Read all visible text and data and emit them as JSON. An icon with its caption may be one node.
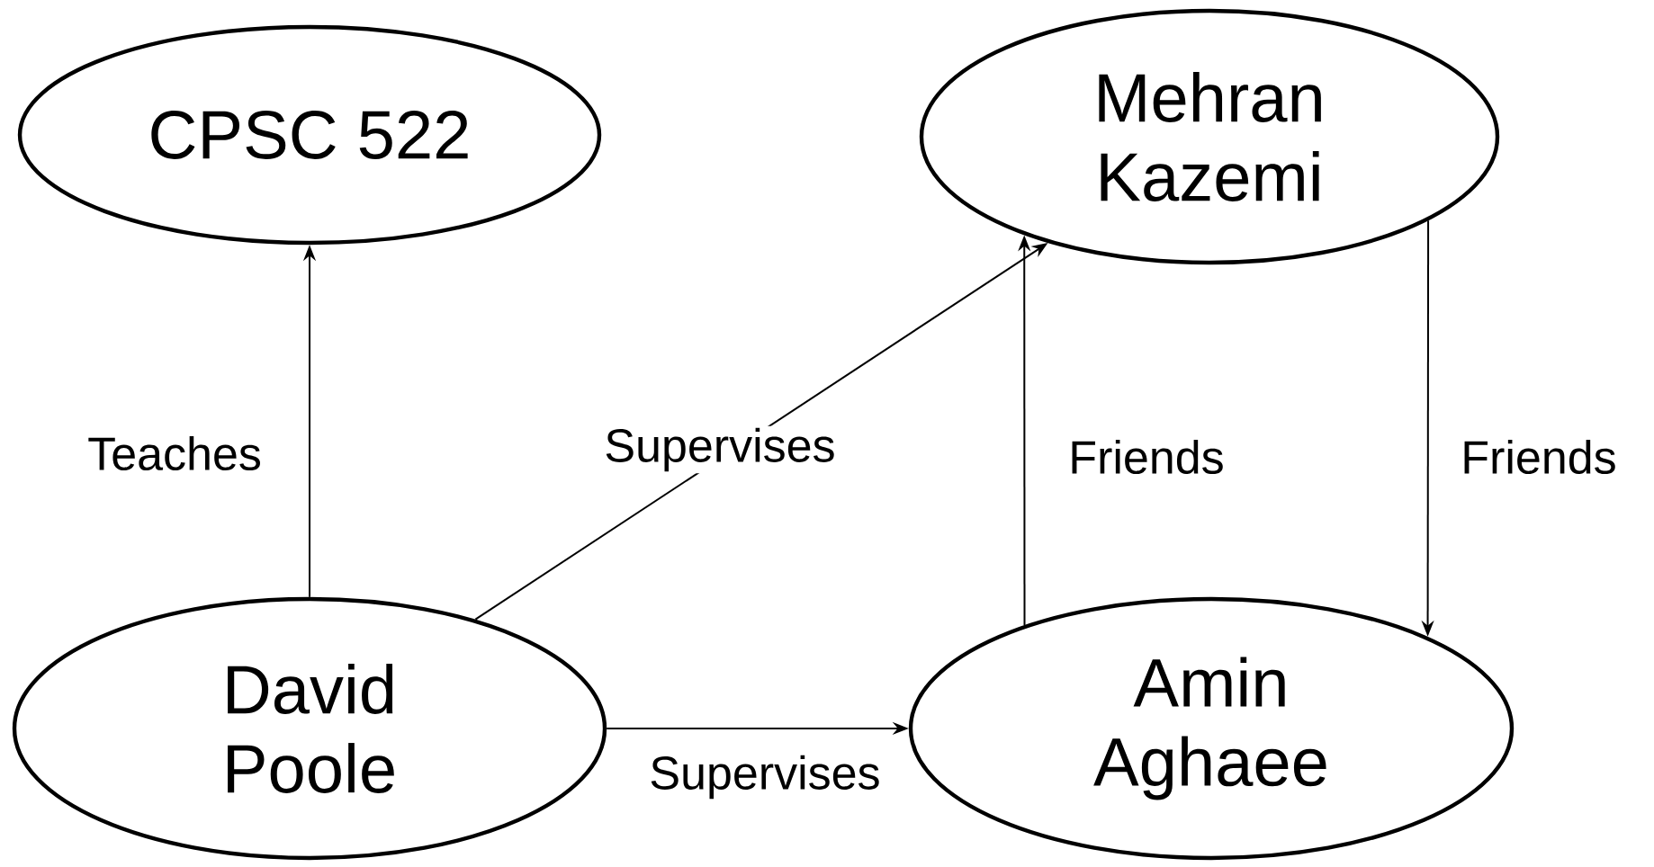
{
  "diagram": {
    "nodes": [
      {
        "text": [
          "CPSC 522"
        ]
      },
      {
        "text": [
          "Mehran Kazemi"
        ]
      },
      {
        "text": [
          "David Poole"
        ]
      },
      {
        "text": [
          "Amin Aghaee"
        ]
      }
    ],
    "edges": [
      {
        "from": 2,
        "to": 0,
        "arrow": "to",
        "label": "Teaches"
      },
      {
        "from": 2,
        "to": 1,
        "arrow": "to",
        "label": "Supervises"
      },
      {
        "from": 3,
        "to": 1,
        "arrow": "to",
        "label": "Friends"
      },
      {
        "from": 1,
        "to": 3,
        "arrow": "to",
        "label": "Friends"
      },
      {
        "from": 2,
        "to": 3,
        "arrow": "to",
        "label": "Supervises"
      }
    ]
  }
}
